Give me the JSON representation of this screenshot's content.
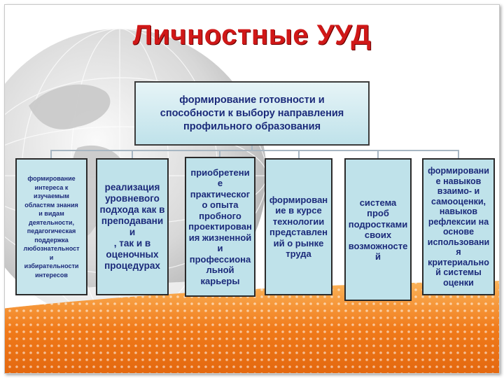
{
  "title": "Личностные УУД",
  "top_node": {
    "lines": [
      "формирование готовности и",
      "способности к выбору направления",
      "профильного образования"
    ]
  },
  "children": [
    {
      "lines": [
        "формирование",
        "интереса к",
        "изучаемым",
        "областям знания",
        "и видам",
        "деятельности,",
        "педагогическая",
        "поддержка",
        "любознательност",
        "и",
        "избирательности",
        "интересов"
      ]
    },
    {
      "lines": [
        "реализация",
        "уровневого",
        "подхода как в",
        "преподавании",
        ", так и в",
        "оценочных",
        "процедурах"
      ]
    },
    {
      "lines": [
        "приобретени",
        "е",
        "практическог",
        "о опыта",
        "пробного",
        "проектирован",
        "ия жизненной",
        "и",
        "профессиона",
        "льной",
        "карьеры"
      ]
    },
    {
      "lines": [
        "формирован",
        "ие в курсе",
        "технологии",
        "представлен",
        "ий о рынке",
        "труда"
      ]
    },
    {
      "lines": [
        "система",
        "проб",
        "подростками",
        "своих",
        "возможносте",
        "й"
      ]
    },
    {
      "lines": [
        "формировани",
        "е навыков",
        "взаимо- и",
        "самооценки,",
        "навыков",
        "рефлексии на",
        "основе",
        "использовани",
        "я",
        "критериально",
        "й системы",
        "оценки"
      ]
    }
  ],
  "colors": {
    "title": "#d01818",
    "box_fill": "#bfe2ea",
    "box_text": "#1b2a7a",
    "connector": "#a7b6c2",
    "orange_band": "#f07a1a"
  }
}
